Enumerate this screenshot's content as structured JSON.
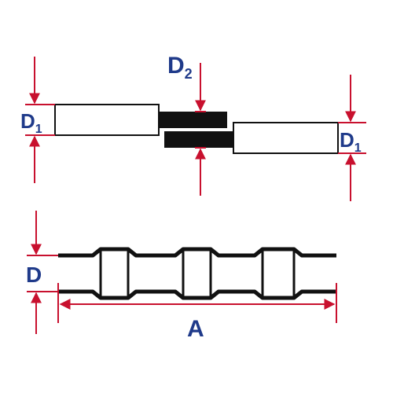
{
  "colors": {
    "dimension": "#c8102e",
    "label": "#1f3a8a",
    "outline": "#111111",
    "fill": "#ffffff"
  },
  "labels": {
    "d1_left": {
      "main": "D",
      "sub": "1"
    },
    "d1_right": {
      "main": "D",
      "sub": "1"
    },
    "d2": {
      "main": "D",
      "sub": "2"
    },
    "d_bottom": "D",
    "a_bottom": "A"
  }
}
